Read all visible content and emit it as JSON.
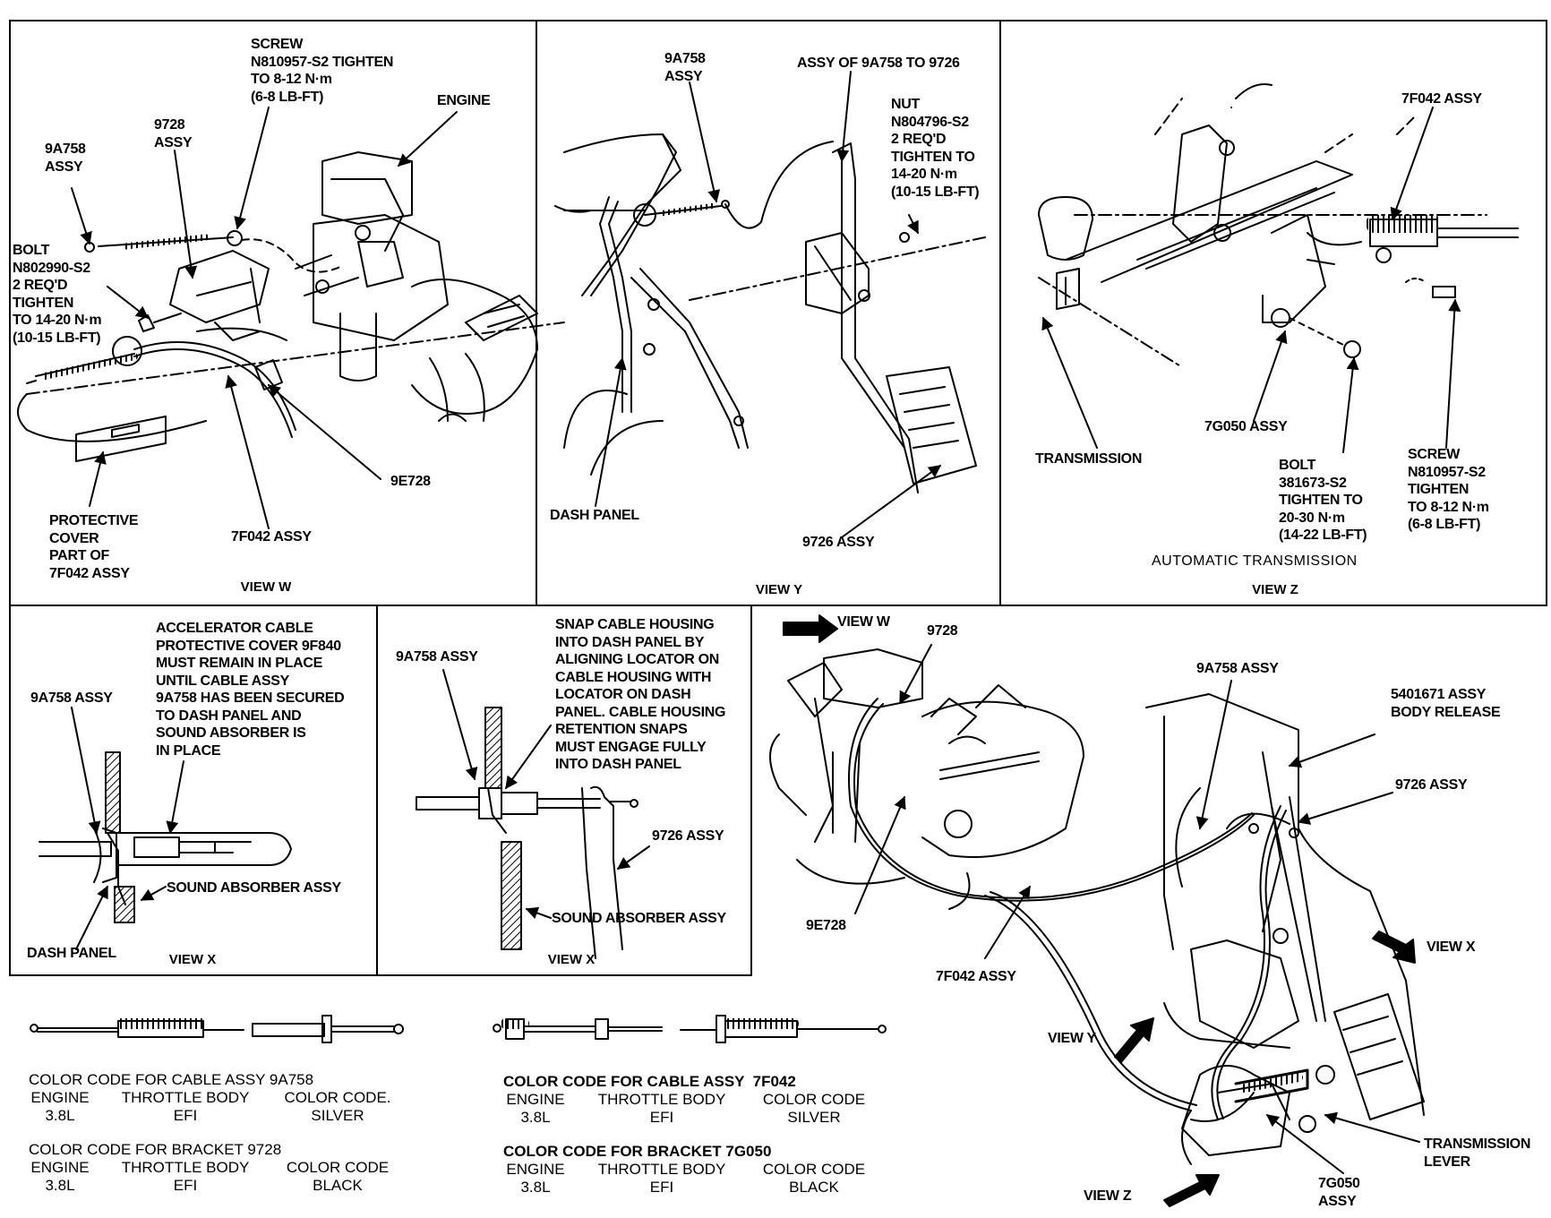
{
  "view_w": {
    "caption": "VIEW W",
    "screw": "SCREW\nN810957-S2 TIGHTEN\nTO 8-12 N·m\n(6-8 LB-FT)",
    "engine": "ENGINE",
    "a9728": "9728\nASSY",
    "a9a758": "9A758\nASSY",
    "bolt": "BOLT\nN802990-S2\n2 REQ'D\nTIGHTEN\nTO 14-20 N·m\n(10-15 LB-FT)",
    "e9e728": "9E728",
    "f7f042": "7F042 ASSY",
    "protective": "PROTECTIVE\nCOVER\nPART OF\n7F042 ASSY"
  },
  "view_y": {
    "caption": "VIEW Y",
    "a9a758": "9A758\nASSY",
    "assy_of": "ASSY OF 9A758 TO 9726",
    "nut": "NUT\nN804796-S2\n2 REQ'D\nTIGHTEN TO\n14-20 N·m\n(10-15 LB-FT)",
    "dash_panel": "DASH PANEL",
    "a9726": "9726 ASSY"
  },
  "view_z": {
    "caption": "VIEW Z",
    "f7f042": "7F042 ASSY",
    "transmission": "TRANSMISSION",
    "g7g050": "7G050 ASSY",
    "bolt": "BOLT\n381673-S2\nTIGHTEN TO\n20-30 N·m\n(14-22 LB-FT)",
    "screw": "SCREW\nN810957-S2\nTIGHTEN\nTO 8-12 N·m\n(6-8 LB-FT)",
    "auto_trans": "AUTOMATIC TRANSMISSION"
  },
  "view_x1": {
    "caption": "VIEW X",
    "note": "ACCELERATOR CABLE\nPROTECTIVE COVER 9F840\nMUST REMAIN IN PLACE\nUNTIL CABLE ASSY\n9A758 HAS BEEN SECURED\nTO DASH PANEL AND\nSOUND ABSORBER IS\nIN PLACE",
    "a9a758": "9A758 ASSY",
    "sound_absorber": "SOUND ABSORBER ASSY",
    "dash_panel": "DASH PANEL"
  },
  "view_x2": {
    "caption": "VIEW X",
    "a9a758": "9A758 ASSY",
    "note": "SNAP CABLE HOUSING\nINTO DASH PANEL BY\nALIGNING LOCATOR ON\nCABLE HOUSING WITH\nLOCATOR ON DASH\nPANEL. CABLE HOUSING\nRETENTION SNAPS\nMUST ENGAGE FULLY\nINTO DASH PANEL",
    "a9726": "9726 ASSY",
    "sound_absorber": "SOUND ABSORBER ASSY"
  },
  "overview": {
    "view_w": "VIEW W",
    "a9728": "9728",
    "a9a758": "9A758 ASSY",
    "body_release": "5401671 ASSY\nBODY RELEASE",
    "a9726": "9726 ASSY",
    "view_x": "VIEW X",
    "e9e728": "9E728",
    "f7f042": "7F042 ASSY",
    "view_y": "VIEW Y",
    "trans_lever": "TRANSMISSION\nLEVER",
    "view_z": "VIEW Z",
    "g7g050": "7G050\nASSY"
  },
  "color_codes": {
    "t1": {
      "title": "COLOR CODE FOR CABLE ASSY 9A758",
      "headers": [
        "ENGINE",
        "THROTTLE BODY",
        "COLOR CODE."
      ],
      "values": [
        "3.8L",
        "EFI",
        "SILVER"
      ]
    },
    "t2": {
      "title": "COLOR CODE FOR BRACKET 9728",
      "headers": [
        "ENGINE",
        "THROTTLE BODY",
        "COLOR CODE"
      ],
      "values": [
        "3.8L",
        "EFI",
        "BLACK"
      ]
    },
    "t3": {
      "title": "COLOR CODE FOR CABLE ASSY  7F042",
      "headers": [
        "ENGINE",
        "THROTTLE BODY",
        "COLOR CODE"
      ],
      "values": [
        "3.8L",
        "EFI",
        "SILVER"
      ]
    },
    "t4": {
      "title": "COLOR CODE FOR BRACKET 7G050",
      "headers": [
        "ENGINE",
        "THROTTLE BODY",
        "COLOR CODE"
      ],
      "values": [
        "3.8L",
        "EFI",
        "BLACK"
      ]
    }
  }
}
